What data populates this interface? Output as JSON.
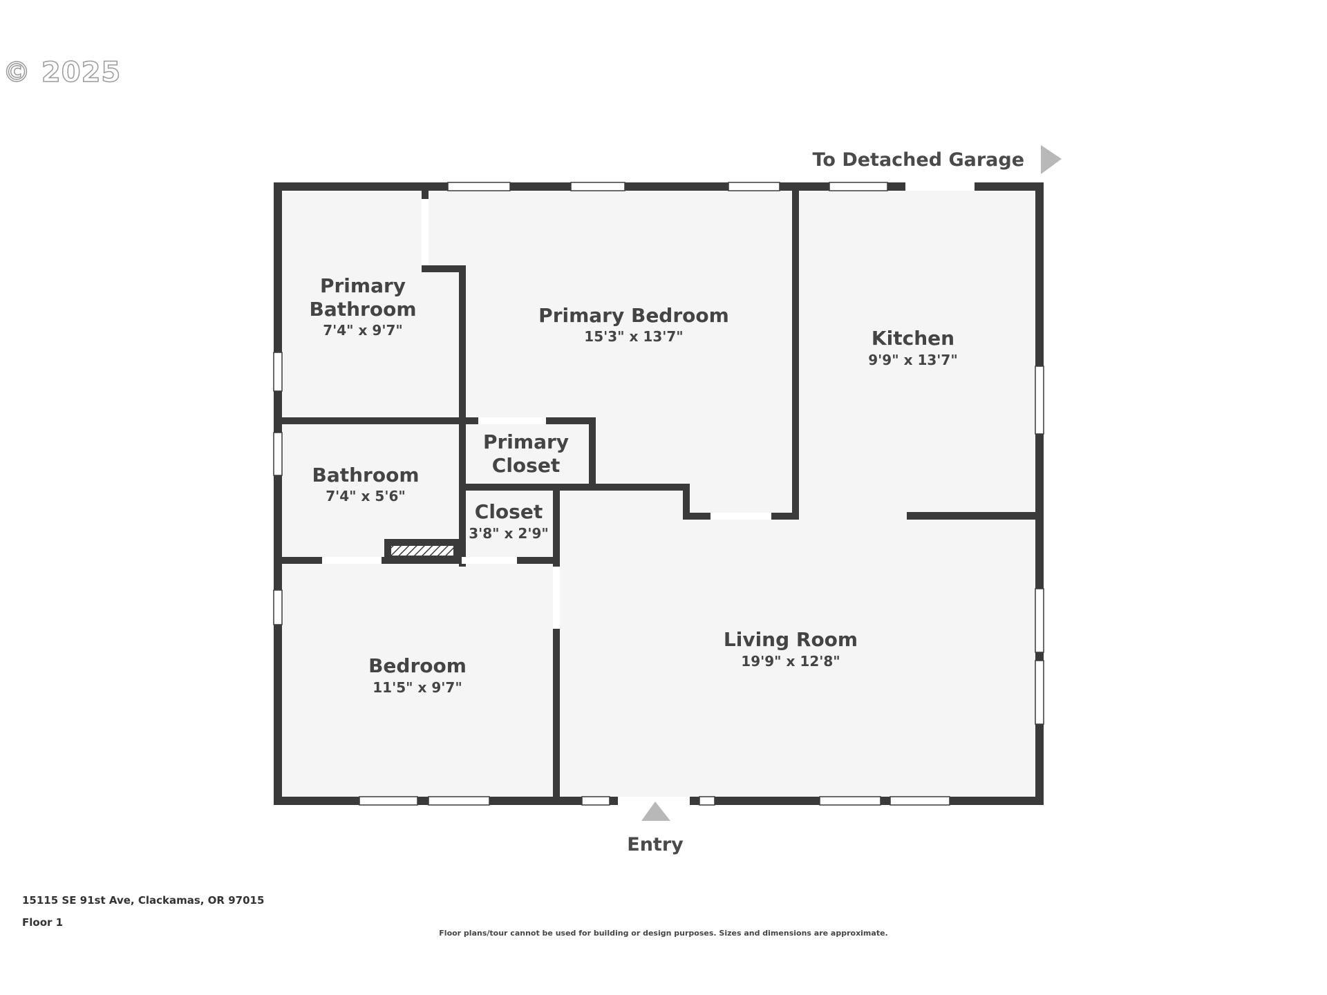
{
  "watermark": "© 2025",
  "labels": {
    "garage": "To Detached Garage",
    "entry": "Entry"
  },
  "rooms": {
    "primary_bathroom": {
      "name_line1": "Primary",
      "name_line2": "Bathroom",
      "dims": "7'4\" x 9'7\""
    },
    "primary_bedroom": {
      "name": "Primary Bedroom",
      "dims": "15'3\" x 13'7\""
    },
    "kitchen": {
      "name": "Kitchen",
      "dims": "9'9\" x 13'7\""
    },
    "primary_closet": {
      "name_line1": "Primary",
      "name_line2": "Closet"
    },
    "bathroom": {
      "name": "Bathroom",
      "dims": "7'4\" x 5'6\""
    },
    "closet": {
      "name": "Closet",
      "dims": "3'8\" x 2'9\""
    },
    "bedroom": {
      "name": "Bedroom",
      "dims": "11'5\" x 9'7\""
    },
    "living_room": {
      "name": "Living Room",
      "dims": "19'9\" x 12'8\""
    }
  },
  "footer": {
    "address": "15115 SE 91st Ave, Clackamas, OR 97015",
    "floor": "Floor 1",
    "disclaimer": "Floor plans/tour cannot be used for building or design purposes. Sizes and dimensions are approximate."
  },
  "colors": {
    "wall": "#3a3a3a",
    "floor": "#f5f5f5",
    "arrow": "#b8b8b8",
    "text": "#444444"
  }
}
